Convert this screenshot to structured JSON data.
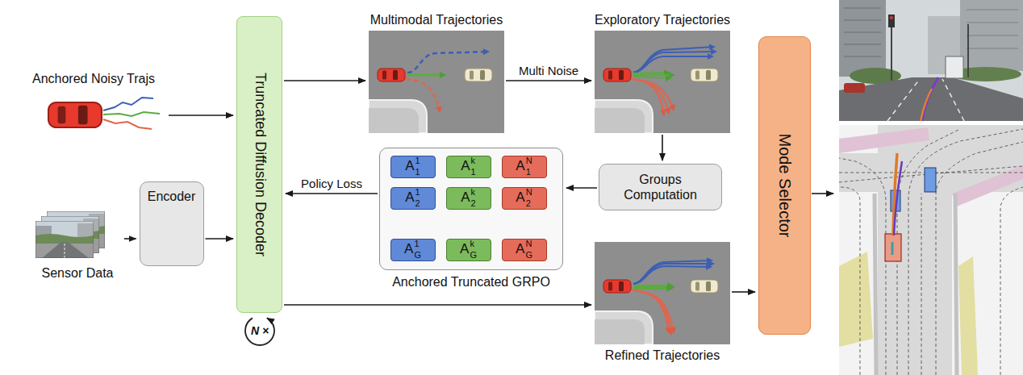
{
  "diagram": {
    "nodes": [
      {
        "text": [
          "Anchored Noisy Trajs"
        ]
      },
      {
        "text": [
          "Truncated Diffusion Decoder"
        ]
      },
      {
        "text": [
          "Multimodal Trajectories"
        ]
      },
      {
        "text": [
          "Exploratory Trajectories"
        ]
      },
      {
        "text": [
          "Mode Selector"
        ]
      },
      {
        "text": [
          "Sensor Data"
        ]
      },
      {
        "text": [
          "Encoder"
        ]
      },
      {
        "text": [
          "Anchored Truncated GRPO"
        ]
      },
      {
        "text": [
          "A",
          "1",
          "1"
        ],
        "in": 7
      },
      {
        "text": [
          "A",
          "k",
          "1"
        ],
        "in": 7
      },
      {
        "text": [
          "A",
          "N",
          "1"
        ],
        "in": 7
      },
      {
        "text": [
          "A",
          "1",
          "2"
        ],
        "in": 7
      },
      {
        "text": [
          "A",
          "k",
          "2"
        ],
        "in": 7
      },
      {
        "text": [
          "A",
          "N",
          "2"
        ],
        "in": 7
      },
      {
        "text": [
          "A",
          "1",
          "G"
        ],
        "in": 7
      },
      {
        "text": [
          "A",
          "k",
          "G"
        ],
        "in": 7
      },
      {
        "text": [
          "A",
          "N",
          "G"
        ],
        "in": 7
      },
      {
        "text": [
          "Groups Computation"
        ]
      },
      {
        "text": [
          "Refined Trajectories"
        ]
      }
    ],
    "edges": [
      {
        "from": 0,
        "to": 1,
        "arrow": "to"
      },
      {
        "from": 1,
        "to": 2,
        "arrow": "to"
      },
      {
        "from": 2,
        "to": 3,
        "label": "Multi Noise",
        "arrow": "to"
      },
      {
        "from": 3,
        "to": 17,
        "arrow": "to"
      },
      {
        "from": 17,
        "to": 7,
        "arrow": "to"
      },
      {
        "from": 7,
        "to": 1,
        "label": "Policy Loss",
        "arrow": "to"
      },
      {
        "from": 5,
        "to": 6,
        "arrow": "to"
      },
      {
        "from": 6,
        "to": 1,
        "arrow": "to"
      },
      {
        "from": 1,
        "to": 18,
        "arrow": "to"
      },
      {
        "from": 18,
        "to": 4,
        "arrow": "to"
      }
    ],
    "labels": [
      "N ×",
      "⋮",
      "⋮",
      "···",
      "···",
      "···"
    ]
  }
}
